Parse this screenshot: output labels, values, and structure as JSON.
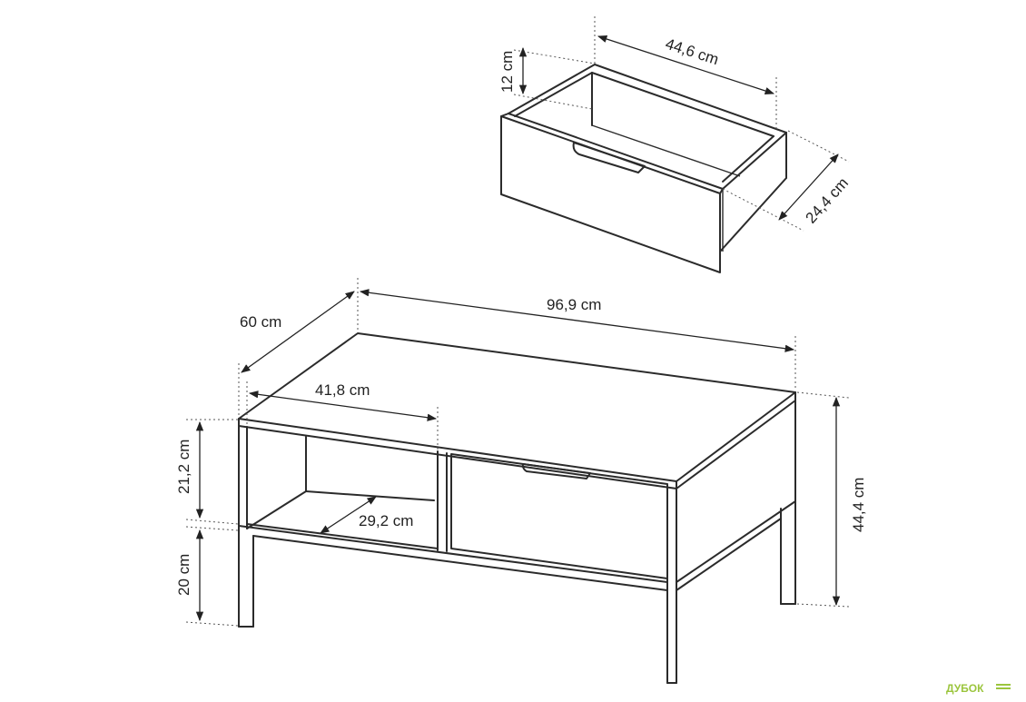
{
  "drawer": {
    "width_label": "44,6 cm",
    "height_label": "12 cm",
    "depth_label": "24,4 cm"
  },
  "table": {
    "length_label": "96,9 cm",
    "depth_label": "60 cm",
    "shelf_width_label": "41,8 cm",
    "upper_height_label": "21,2 cm",
    "shelf_depth_label": "29,2 cm",
    "leg_height_label": "20 cm",
    "total_height_label": "44,4 cm"
  },
  "watermark": {
    "brand": "ДУБОК"
  }
}
